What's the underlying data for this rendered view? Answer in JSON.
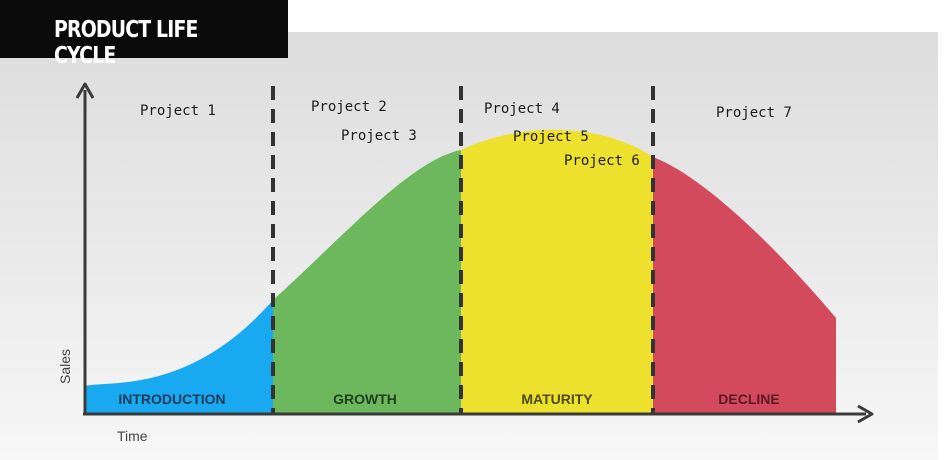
{
  "title": "PRODUCT LIFE CYCLE",
  "axes": {
    "x_label": "Time",
    "y_label": "Sales"
  },
  "stages": [
    {
      "label": "INTRODUCTION",
      "color": "#18a9f0",
      "text_color": "#1f3a5a"
    },
    {
      "label": "GROWTH",
      "color": "#6db85c",
      "text_color": "#1f3f1f"
    },
    {
      "label": "MATURITY",
      "color": "#ede12e",
      "text_color": "#4a4a1a"
    },
    {
      "label": "DECLINE",
      "color": "#d24a5b",
      "text_color": "#5a1a25"
    }
  ],
  "projects": [
    "Project 1",
    "Project 2",
    "Project 3",
    "Project 4",
    "Project 5",
    "Project 6",
    "Project 7"
  ]
}
